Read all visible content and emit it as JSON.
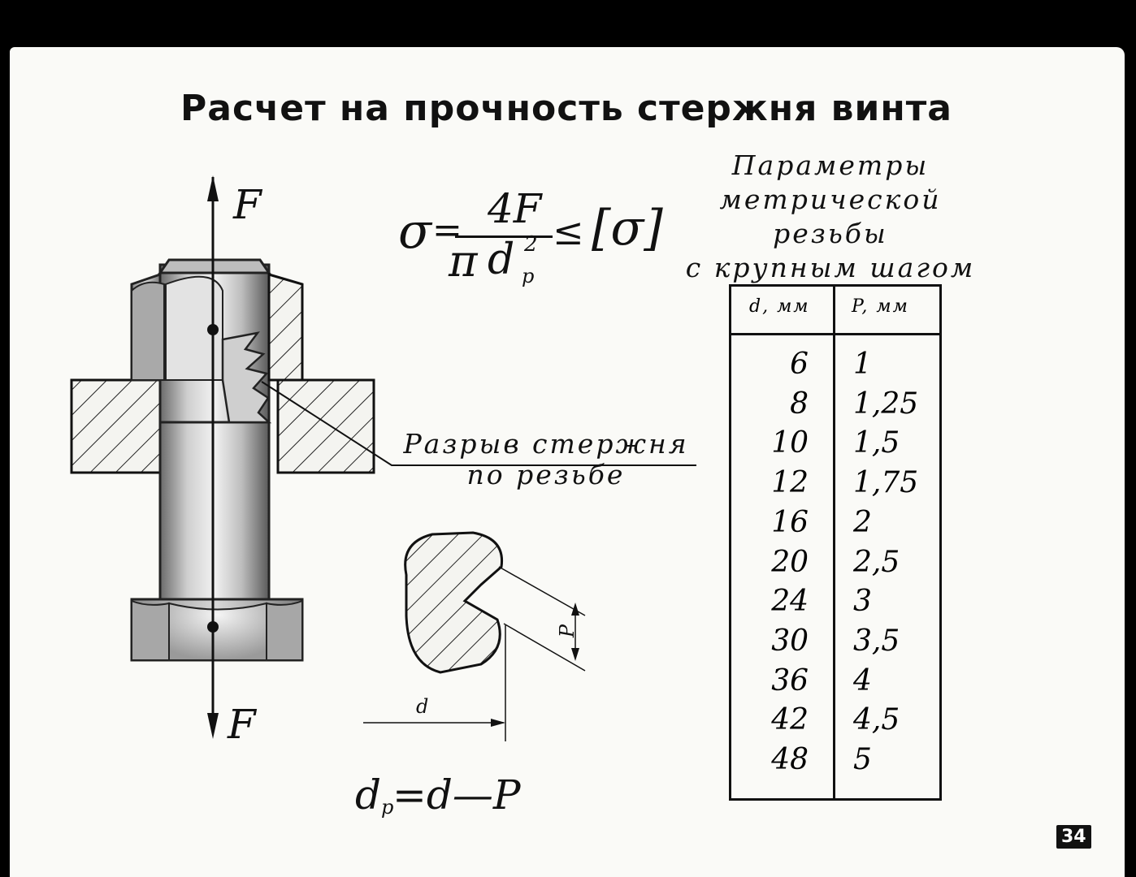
{
  "title": "Расчет на прочность стержня винта",
  "formula_stress": {
    "sigma": "σ",
    "equals": "=",
    "numerator": "4F",
    "pi": "π",
    "d": "d",
    "sub_p": "p",
    "sup_2": "2",
    "leq": "≤",
    "allowable": "[σ]"
  },
  "formula_diameter": {
    "d": "d",
    "sub_p": "p",
    "rhs": "=d—P"
  },
  "force_labels": {
    "top": "F",
    "bottom": "F"
  },
  "thread_label": {
    "line1": "Разрыв стержня",
    "line2": "по резьбе"
  },
  "thread_detail": {
    "pitch_label": "P",
    "diameter_label": "d"
  },
  "table": {
    "caption": [
      "Параметры",
      "метрической",
      "резьбы",
      "с крупным шагом"
    ],
    "headers": [
      "d, мм",
      "P, мм"
    ],
    "rows": [
      [
        "6",
        "1"
      ],
      [
        "8",
        "1,25"
      ],
      [
        "10",
        "1,5"
      ],
      [
        "12",
        "1,75"
      ],
      [
        "16",
        "2"
      ],
      [
        "20",
        "2,5"
      ],
      [
        "24",
        "3"
      ],
      [
        "30",
        "3,5"
      ],
      [
        "36",
        "4"
      ],
      [
        "42",
        "4,5"
      ],
      [
        "48",
        "5"
      ]
    ]
  },
  "page_number": "34"
}
